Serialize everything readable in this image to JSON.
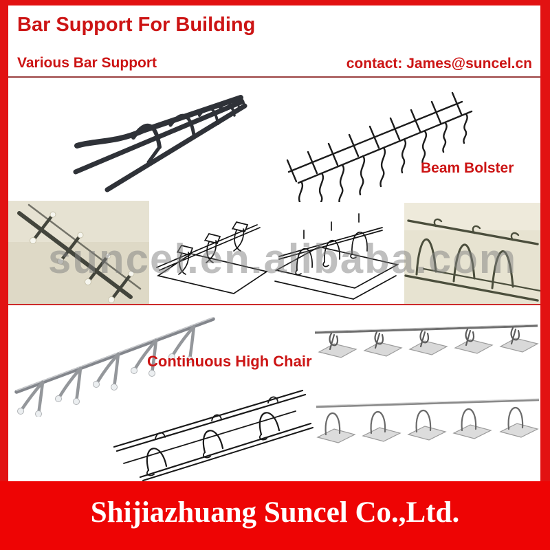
{
  "header": {
    "title": "Bar Support For Building",
    "subtitle": "Various Bar Support",
    "contact": "contact: James@suncel.cn"
  },
  "labels": {
    "beam_bolster": "Beam Bolster",
    "continuous_high_chair": "Continuous High Chair"
  },
  "watermark": {
    "text": "suncel.en.alibaba.com"
  },
  "footer": {
    "company": "Shijiazhuang Suncel Co.,Ltd."
  },
  "colors": {
    "red_text": "#cc1414",
    "red_border": "#e21212",
    "red_footer": "#ee0404",
    "divider_top": "#9a4040",
    "divider_mid": "#cc2a2a",
    "beige": "#ded9c6",
    "watermark_gray": "#808080"
  }
}
